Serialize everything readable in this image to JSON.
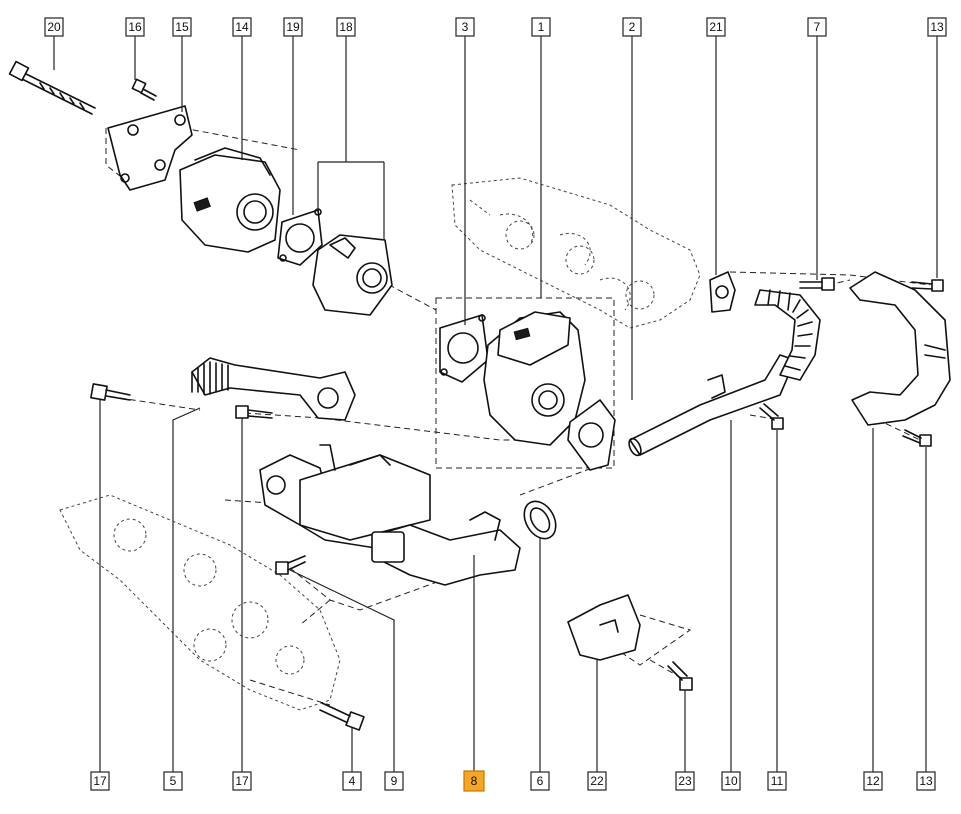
{
  "callouts_top": [
    "20",
    "16",
    "15",
    "14",
    "19",
    "18",
    "3",
    "1",
    "2",
    "21",
    "7",
    "13"
  ],
  "callouts_bottom": [
    "17",
    "5",
    "17",
    "4",
    "9",
    "8",
    "6",
    "22",
    "23",
    "10",
    "11",
    "12",
    "13"
  ],
  "highlighted_callout": "8",
  "colors": {
    "highlight": "#f5a623",
    "line": "#111111",
    "background": "#ffffff"
  }
}
